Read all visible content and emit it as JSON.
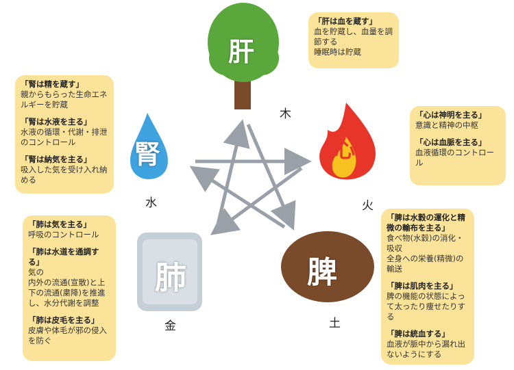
{
  "organs": {
    "liver": {
      "char": "肝",
      "element": "木",
      "notes": [
        {
          "head": "「肝は血を蔵す」",
          "body": [
            "血を貯蔵し、血量を調節する",
            "睡眠時は貯蔵"
          ]
        }
      ]
    },
    "heart": {
      "char": "心",
      "element": "火",
      "notes": [
        {
          "head": "「心は神明を主る」",
          "body": [
            "意識と精神の中枢"
          ]
        },
        {
          "head": "「心は血脈を主る」",
          "body": [
            "血液循環のコントロール"
          ]
        }
      ]
    },
    "spleen": {
      "char": "脾",
      "element": "土",
      "notes": [
        {
          "head": "「脾は水穀の運化と精微の輸布を主る」",
          "body": [
            "食べ物(水穀)の消化・吸収",
            "全身への栄養(精微)の輸送"
          ]
        },
        {
          "head": "「脾は肌肉を主る」",
          "body": [
            "脾の機能の状態によって太ったり痩せたりする"
          ]
        },
        {
          "head": "「脾は統血する」",
          "body": [
            "血液が脈中から漏れ出ないようにする"
          ]
        }
      ]
    },
    "lung": {
      "char": "肺",
      "element": "金",
      "notes": [
        {
          "head": "「肺は気を主る」",
          "body": [
            "呼吸のコントロール"
          ]
        },
        {
          "head": "「肺は水道を通調する」",
          "body": [
            "気の",
            "内外の流通(宣散)と上下の流通(粛降)を推進し、水分代謝を調整"
          ]
        },
        {
          "head": "「肺は皮毛を主る」",
          "body": [
            "皮膚や体毛が邪の侵入を防ぐ"
          ]
        }
      ]
    },
    "kidney": {
      "char": "腎",
      "element": "水",
      "notes": [
        {
          "head": "「腎は精を蔵す」",
          "body": [
            "親からもらった生命エネルギーを貯蔵"
          ]
        },
        {
          "head": "「腎は水液を主る」",
          "body": [
            "水液の循環・代謝・排泄のコントロール"
          ]
        },
        {
          "head": "「腎は納気を主る」",
          "body": [
            "吸入した気を受け入れ納める"
          ]
        }
      ]
    }
  },
  "colors": {
    "note_bg": "#fbe39a",
    "arrow": "#9aa0a8"
  }
}
